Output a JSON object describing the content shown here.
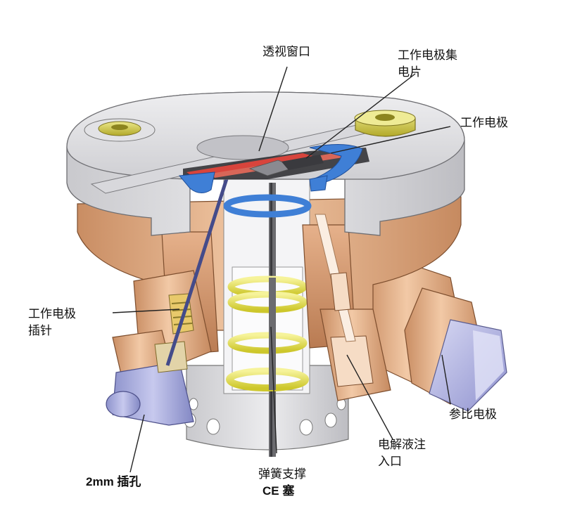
{
  "labels": {
    "viewing_window": "透视窗口",
    "we_collector_line1": "工作电极集",
    "we_collector_line2": "电片",
    "working_electrode": "工作电极",
    "we_pin_line1": "工作电极",
    "we_pin_line2": "插针",
    "reference_electrode": "参比电极",
    "electrolyte_inlet_line1": "电解液注",
    "electrolyte_inlet_line2": "入口",
    "spring_ce_line1": "弹簧支撑",
    "spring_ce_line2": "CE 塞",
    "socket_2mm": "2mm 插孔"
  },
  "colors": {
    "housing_gray": "#d9d9dc",
    "copper": "#e8b48e",
    "blue_seal": "#3f7fd6",
    "yellow_spring": "#e6e14a",
    "reference_cap": "#b8b9e8",
    "plug_blue": "#9ea3d6"
  }
}
